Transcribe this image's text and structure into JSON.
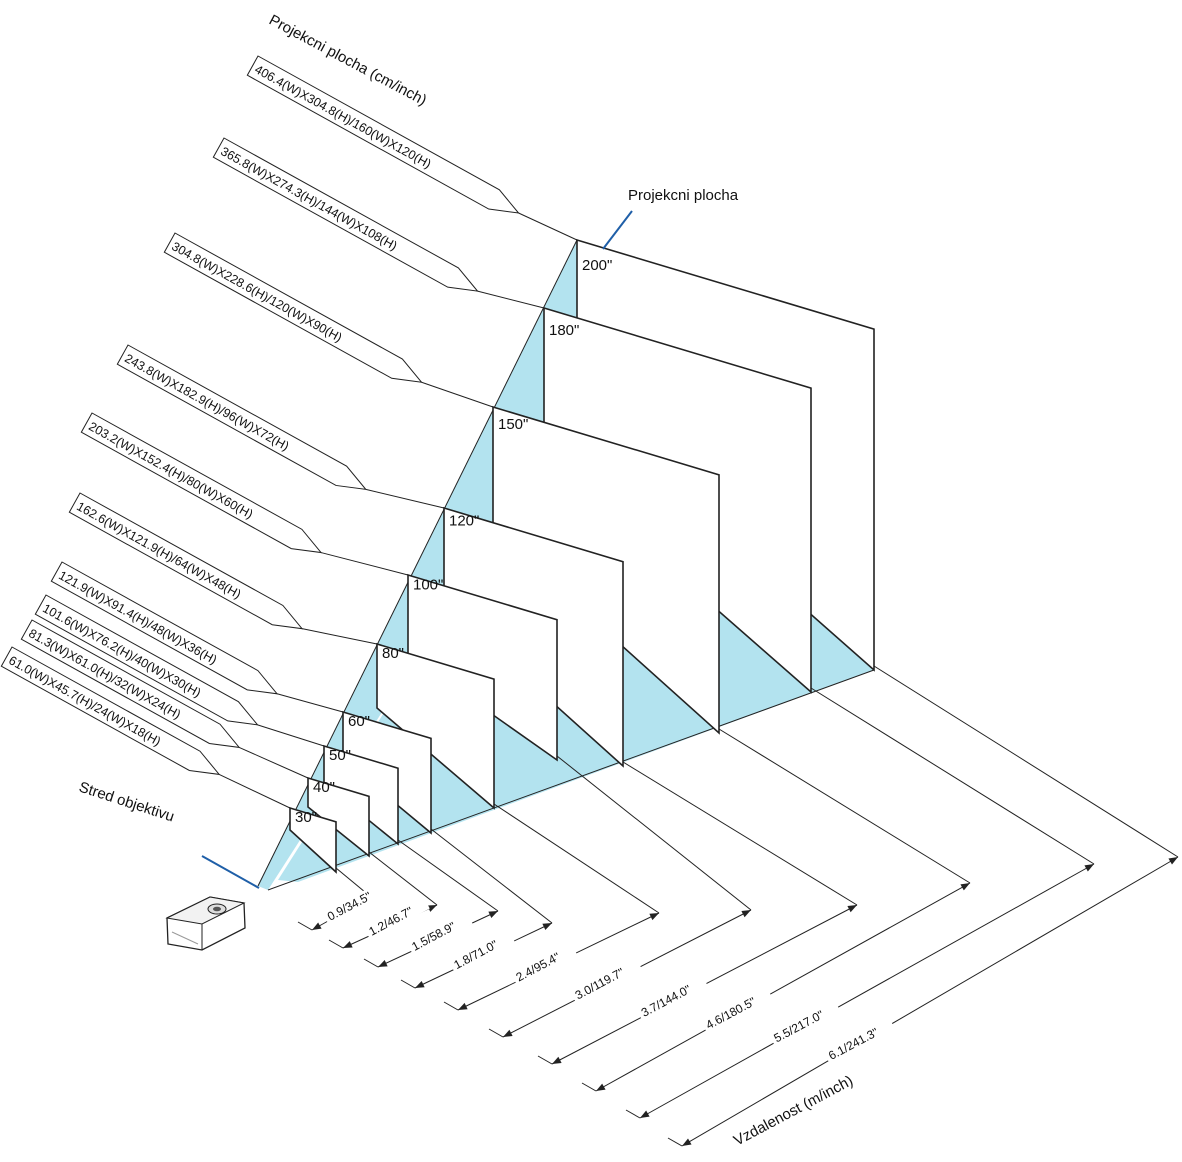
{
  "callouts": {
    "screen_size_header": "Projekcni plocha (cm/inch)",
    "projection_screen": "Projekcni plocha",
    "lens_center": "Stred objektivu",
    "distance_header": "Vzdalenost (m/inch)"
  },
  "screens": [
    {
      "size": "30\"",
      "dims": "61.0(W)X45.7(H)/24(W)X18(H)",
      "distance": "0.9/34.5\""
    },
    {
      "size": "40\"",
      "dims": "81.3(W)X61.0(H)/32(W)X24(H)",
      "distance": "1.2/46.7\""
    },
    {
      "size": "50\"",
      "dims": "101.6(W)X76.2(H)/40(W)X30(H)",
      "distance": "1.5/58.9\""
    },
    {
      "size": "60\"",
      "dims": "121.9(W)X91.4(H)/48(W)X36(H)",
      "distance": "1.8/71.0\""
    },
    {
      "size": "80\"",
      "dims": "162.6(W)X121.9(H)/64(W)X48(H)",
      "distance": "2.4/95.4\""
    },
    {
      "size": "100\"",
      "dims": "203.2(W)X152.4(H)/80(W)X60(H)",
      "distance": "3.0/119.7\""
    },
    {
      "size": "120\"",
      "dims": "243.8(W)X182.9(H)/96(W)X72(H)",
      "distance": "3.7/144.0\""
    },
    {
      "size": "150\"",
      "dims": "304.8(W)X228.6(H)/120(W)X90(H)",
      "distance": "4.6/180.5\""
    },
    {
      "size": "180\"",
      "dims": "365.8(W)X274.3(H)/144(W)X108(H)",
      "distance": "5.5/217.0\""
    },
    {
      "size": "200\"",
      "dims": "406.4(W)X304.8(H)/160(W)X120(H)",
      "distance": "6.1/241.3\""
    }
  ],
  "colors": {
    "beam": "#b3e3ef",
    "leader": "#1f5fa8",
    "ink": "#222222"
  }
}
